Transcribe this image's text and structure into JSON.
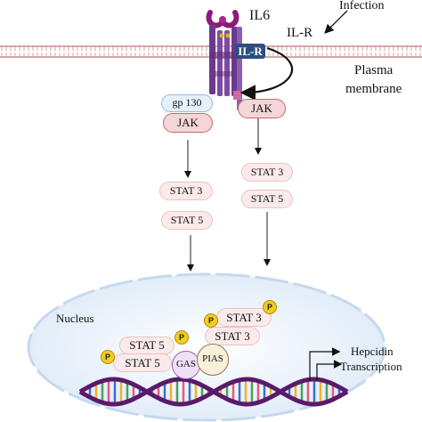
{
  "labels": {
    "infection": "Infection",
    "il_r_top": "IL-R",
    "il6": "IL6",
    "il_r_box": "IL-R",
    "plasma": "Plasma",
    "membrane": "membrane",
    "gp130": "gp 130",
    "jak_left": "JAK",
    "jak_right": "JAK",
    "stat3_left": "STAT 3",
    "stat5_left": "STAT 5",
    "stat3_right": "STAT 3",
    "stat5_right": "STAT 5",
    "nucleus": "Nucleus",
    "nuc_stat3_a": "STAT 3",
    "nuc_stat3_b": "STAT 3",
    "nuc_stat5_a": "STAT 5",
    "nuc_stat5_b": "STAT 5",
    "gas": "GAS",
    "pias": "PIAS",
    "p1": "P",
    "p2": "P",
    "p3": "P",
    "p4": "P",
    "hepcidin": "Hepcidin",
    "transcription": "Transcription"
  },
  "colors": {
    "membrane": "#c98a8a",
    "receptor_purple": "#6b3a8e",
    "il6_magenta": "#8d1a7a",
    "ilr_box": "#2c4f7d",
    "dna_strand": "#5a1a6b",
    "dna_rungs_a": "#e85a7a",
    "dna_rungs_b": "#3a6fd0",
    "nucleus_fill": "#e8f1fb",
    "phosphate": "#f2cc1f"
  },
  "icons": {
    "receptor": "il6-receptor-complex",
    "dna": "dna-double-helix",
    "phosphate": "phosphate-circle"
  }
}
